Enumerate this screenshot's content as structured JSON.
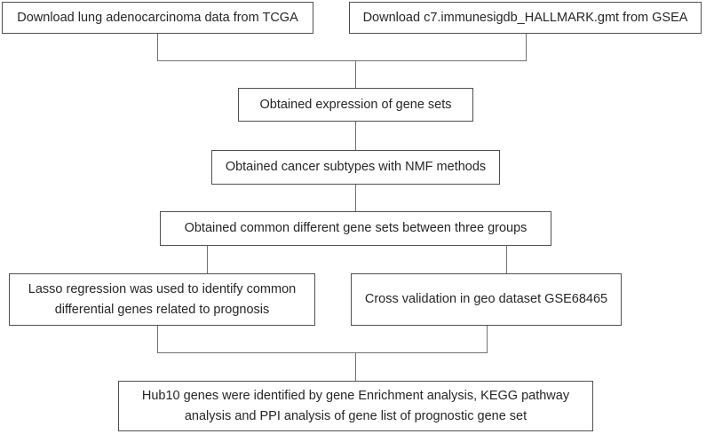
{
  "diagram": {
    "type": "flowchart",
    "background_color": "#ffffff",
    "node_border_color": "#4f4f4f",
    "connector_color": "#707070",
    "text_color": "#262626",
    "nodes": [
      {
        "id": "download-tcga",
        "text": "Download lung adenocarcinoma data from TCGA"
      },
      {
        "id": "download-gsea",
        "text": "Download c7.immunesigdb_HALLMARK.gmt from GSEA"
      },
      {
        "id": "expression-gene-sets",
        "text": "Obtained expression of gene sets"
      },
      {
        "id": "cancer-subtypes-nmf",
        "text": "Obtained cancer subtypes with NMF methods"
      },
      {
        "id": "common-gene-sets",
        "text": "Obtained common different gene sets between three groups"
      },
      {
        "id": "lasso-regression",
        "text": "Lasso regression was used to identify common differential genes related to prognosis"
      },
      {
        "id": "cross-validation",
        "text": "Cross validation in geo dataset GSE68465"
      },
      {
        "id": "hub10-genes",
        "text": "Hub10 genes were identified by gene Enrichment analysis, KEGG pathway analysis and PPI analysis of gene list of prognostic gene set"
      }
    ],
    "edges": [
      {
        "from": "download-tcga",
        "to": "expression-gene-sets"
      },
      {
        "from": "download-gsea",
        "to": "expression-gene-sets"
      },
      {
        "from": "expression-gene-sets",
        "to": "cancer-subtypes-nmf"
      },
      {
        "from": "cancer-subtypes-nmf",
        "to": "common-gene-sets"
      },
      {
        "from": "common-gene-sets",
        "to": "lasso-regression"
      },
      {
        "from": "common-gene-sets",
        "to": "cross-validation"
      },
      {
        "from": "lasso-regression",
        "to": "hub10-genes"
      },
      {
        "from": "cross-validation",
        "to": "hub10-genes"
      }
    ]
  }
}
